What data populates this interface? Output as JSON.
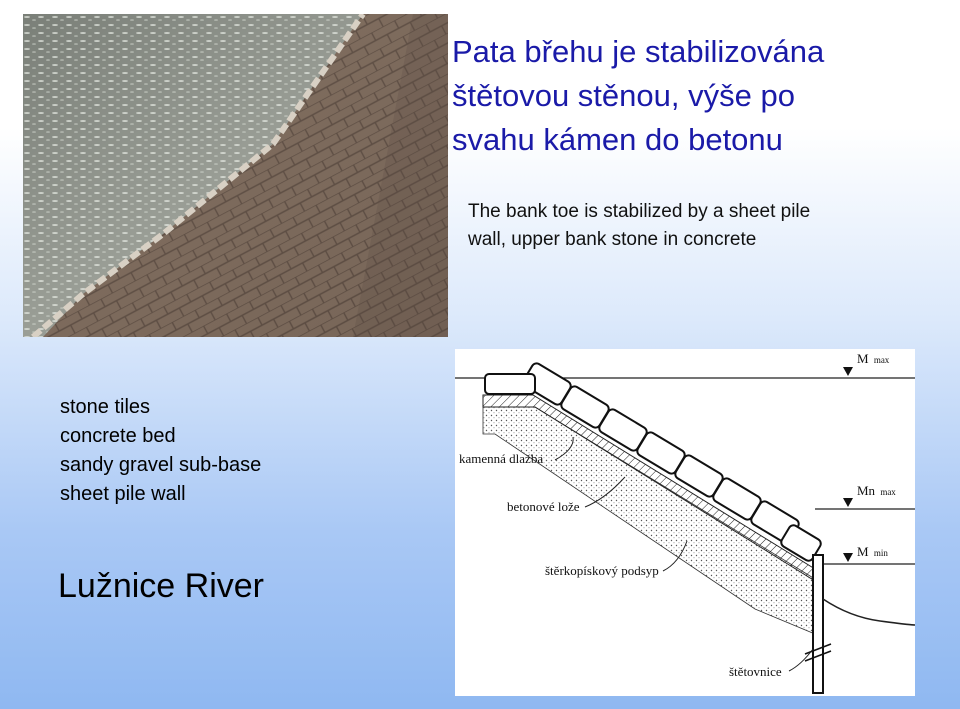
{
  "title_lines": [
    "Pata břehu je stabilizována",
    "štětovou stěnou, výše po",
    "svahu kámen do betonu"
  ],
  "subtitle_lines": [
    "The bank toe is stabilized by a sheet pile",
    "wall, upper bank stone in concrete"
  ],
  "legend": [
    "stone tiles",
    "concrete bed",
    "sandy gravel sub-base",
    "sheet pile wall"
  ],
  "river_name": "Lužnice River",
  "diagram": {
    "label_stone": "kamenná dlažba",
    "label_concrete": "betonové lože",
    "label_gravel": "štěrkopískový podsyp",
    "label_sheetpile": "štětovnice",
    "level_max": {
      "main": "M",
      "sub": "max"
    },
    "level_nmax": {
      "main": "Mn",
      "sub": "max"
    },
    "level_min": {
      "main": "M",
      "sub": "min"
    }
  }
}
